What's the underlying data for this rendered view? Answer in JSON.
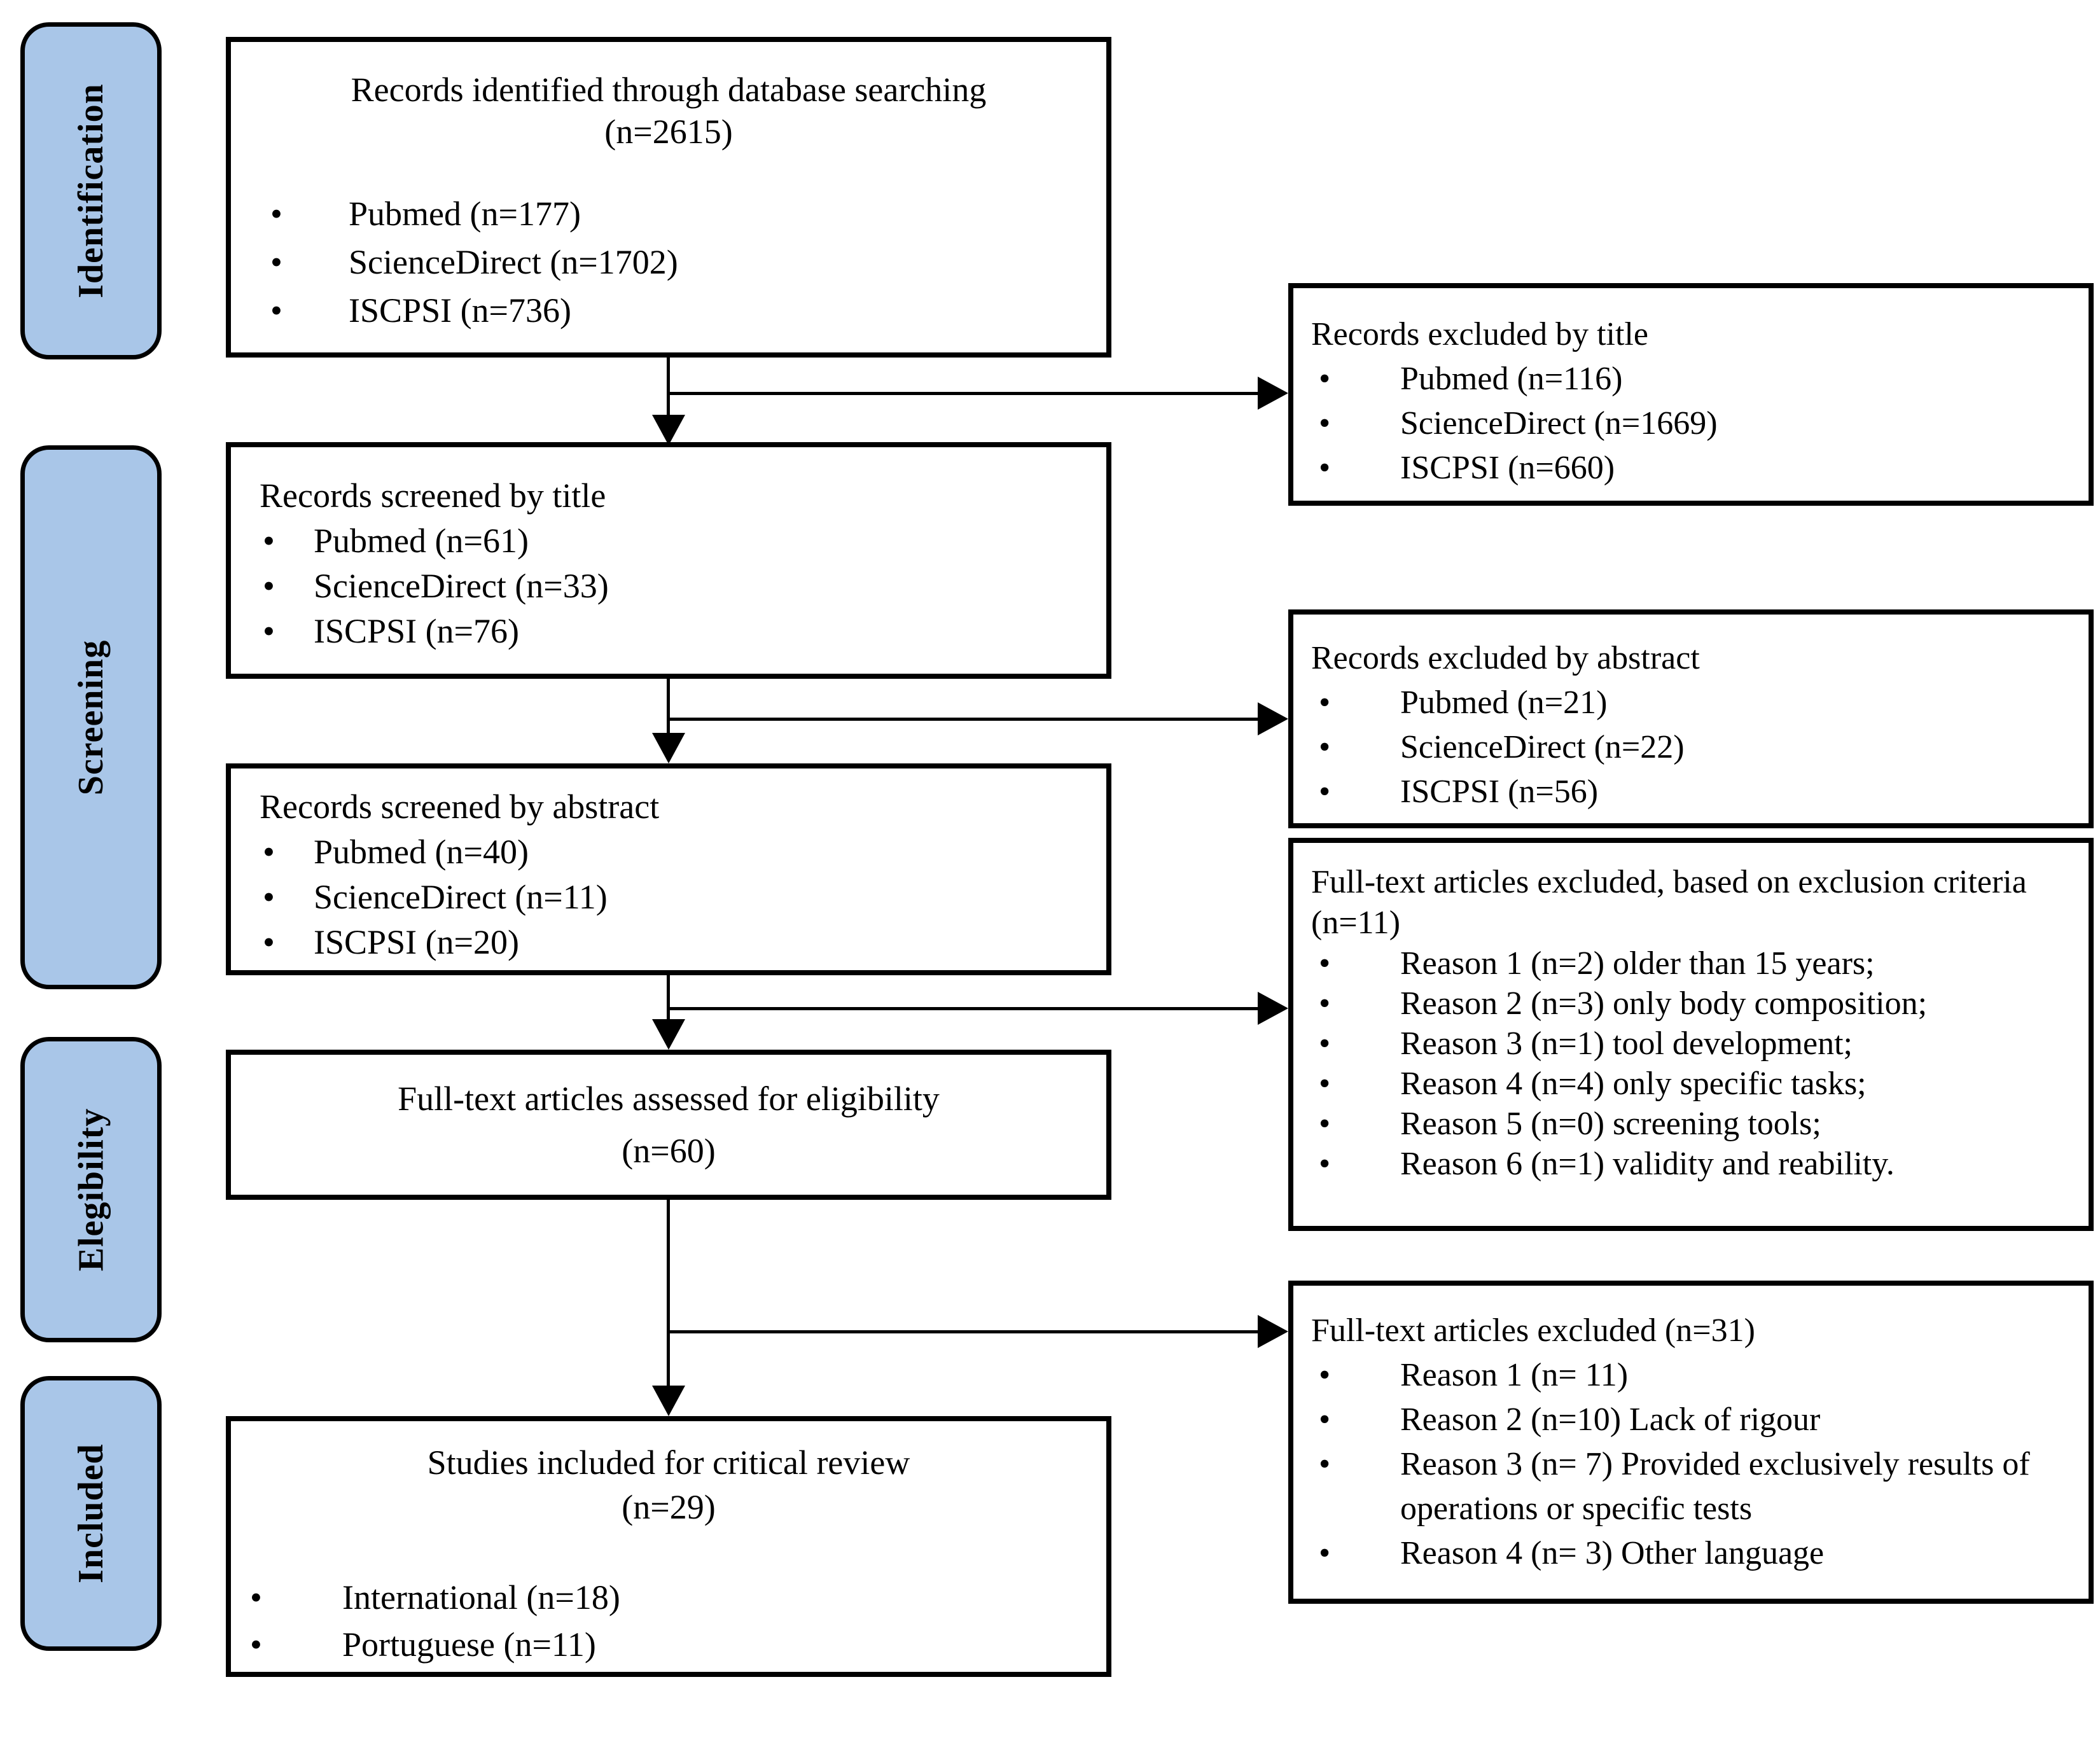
{
  "colors": {
    "stage_fill": "#a9c6e8",
    "line": "#000000"
  },
  "sidebar": {
    "items": [
      {
        "label": "Identification"
      },
      {
        "label": "Screening"
      },
      {
        "label": "Elegibility"
      },
      {
        "label": "Included"
      }
    ]
  },
  "flow": {
    "identified": {
      "title": "Records identified through database searching",
      "count": "(n=2615)",
      "bullets": [
        "Pubmed (n=177)",
        "ScienceDirect (n=1702)",
        "ISCPSI (n=736)"
      ]
    },
    "screened_title": {
      "title": "Records screened by title",
      "bullets": [
        "Pubmed (n=61)",
        "ScienceDirect (n=33)",
        "ISCPSI (n=76)"
      ]
    },
    "screened_abstract": {
      "title": "Records screened by abstract",
      "bullets": [
        "Pubmed (n=40)",
        "ScienceDirect (n=11)",
        "ISCPSI (n=20)"
      ]
    },
    "eligibility": {
      "title": "Full-text articles assessed for eligibility",
      "count": "(n=60)"
    },
    "included": {
      "title": "Studies included for critical review",
      "count": "(n=29)",
      "bullets": [
        "International (n=18)",
        "Portuguese (n=11)"
      ]
    }
  },
  "exclusions": {
    "by_title": {
      "title": "Records excluded by title",
      "bullets": [
        "Pubmed (n=116)",
        "ScienceDirect (n=1669)",
        "ISCPSI (n=660)"
      ]
    },
    "by_abstract": {
      "title": "Records excluded by abstract",
      "bullets": [
        "Pubmed (n=21)",
        "ScienceDirect (n=22)",
        "ISCPSI (n=56)"
      ]
    },
    "fulltext_criteria": {
      "title": "Full-text articles excluded, based on exclusion criteria (n=11)",
      "bullets": [
        "Reason 1 (n=2) older than 15 years;",
        "Reason 2 (n=3) only body composition;",
        "Reason 3 (n=1) tool development;",
        "Reason 4 (n=4) only specific tasks;",
        "Reason 5 (n=0) screening tools;",
        "Reason 6 (n=1) validity and reability."
      ]
    },
    "fulltext_excluded": {
      "title": "Full-text articles excluded (n=31)",
      "bullets": [
        "Reason 1 (n= 11)",
        "Reason 2 (n=10) Lack of rigour",
        "Reason 3 (n= 7) Provided exclusively results of operations or specific tests",
        "Reason 4 (n= 3) Other language"
      ]
    }
  }
}
